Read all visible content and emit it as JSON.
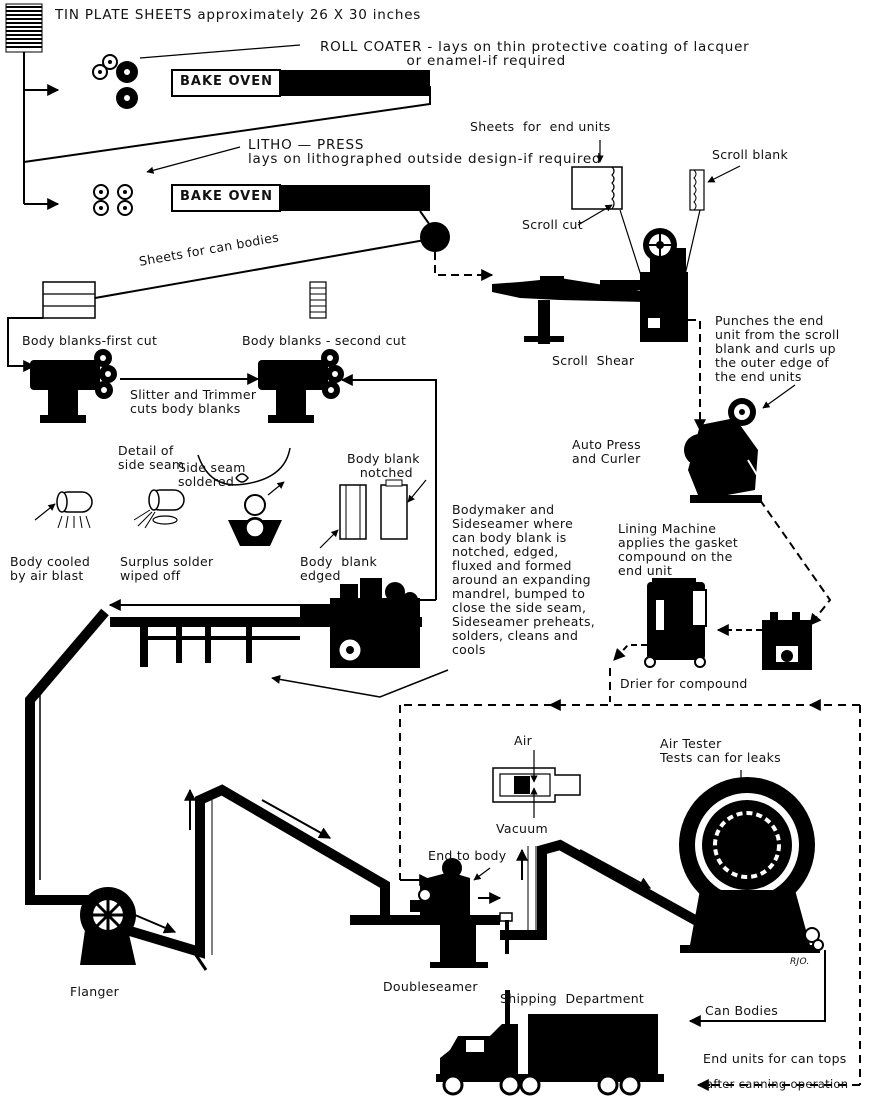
{
  "labels": {
    "tin_plate": "TIN PLATE SHEETS approximately 26 X 30 inches",
    "roll_coater": "ROLL COATER - lays on thin protective coating of lacquer\n                 or enamel-if required",
    "bake_oven_1": "BAKE OVEN",
    "litho_press": "LITHO — PRESS\nlays on lithographed outside design-if required",
    "bake_oven_2": "BAKE OVEN",
    "sheets_end_units": "Sheets  for  end units",
    "scroll_blank": "Scroll blank",
    "scroll_cut": "Scroll cut",
    "sheets_can_bodies": "Sheets for can bodies",
    "body_first_cut": "Body blanks-first cut",
    "body_second_cut": "Body blanks - second cut",
    "scroll_shear": "Scroll  Shear",
    "punches": "Punches the end\nunit from the scroll\nblank and curls up\nthe outer edge of\nthe end units",
    "slitter": "Slitter and Trimmer\ncuts body blanks",
    "detail_seam": "Detail of\nside seam",
    "auto_press": "Auto Press\nand Curler",
    "body_notched": "Body blank\n   notched",
    "side_seam_soldered": "Side seam\nsoldered",
    "body_cooled": "Body cooled\nby air blast",
    "surplus_solder": "Surplus solder\nwiped off",
    "body_edged": "Body  blank\nedged",
    "bodymaker": "Bodymaker and\nSideseamer where\ncan body blank is\nnotched, edged,\nfluxed and formed\naround an expanding\nmandrel, bumped to\nclose the side seam,\nSideseamer preheats,\nsolders, cleans and\ncools",
    "lining_machine": "Lining Machine\napplies the gasket\ncompound on the\nend unit",
    "drier": "Drier for compound",
    "air": "Air",
    "air_tester": "Air Tester\nTests can for leaks",
    "vacuum": "Vacuum",
    "end_to_body": "End to body",
    "flanger": "Flanger",
    "doubleseamer": "Doubleseamer",
    "shipping": "Shipping  Department",
    "can_bodies": "Can Bodies",
    "end_units_tops": "End units for can tops",
    "after_canning": "after canning operation",
    "initials": "RJO."
  }
}
